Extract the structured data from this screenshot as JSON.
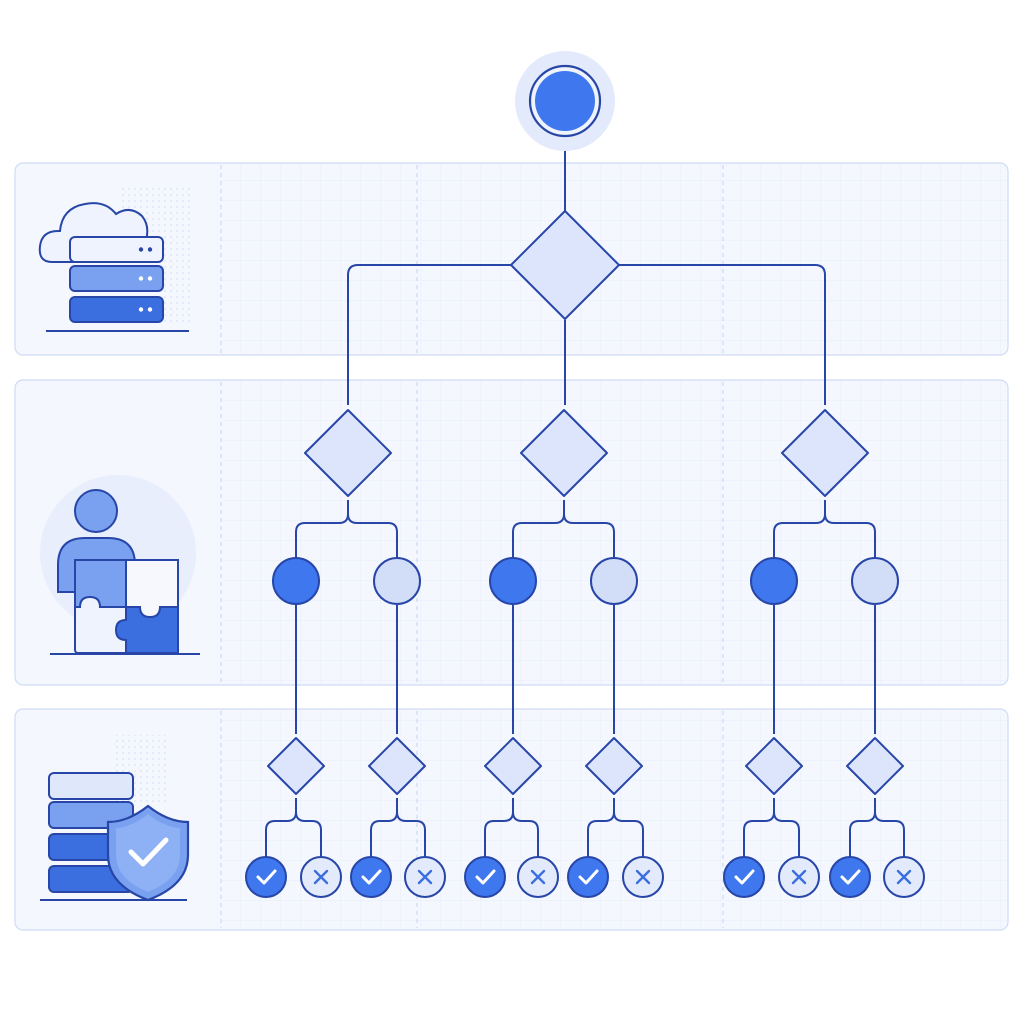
{
  "colors": {
    "background": "#ffffff",
    "lane_fill": "#f4f7fe",
    "lane_border": "#cfdcf6",
    "grid": "#e4ebfa",
    "divider": "#c4d3f2",
    "line": "#2746a8",
    "node_dark": "#3f78ee",
    "node_light": "#d2ddf8",
    "diamond_fill": "#dce5fb",
    "icon_blue": "#3b6fe0",
    "icon_light": "#dfe8fb",
    "icon_mid": "#7aa0f0",
    "check_fill": "#3f78ee",
    "cross_fill": "#e3eafb"
  },
  "diagram": {
    "lanes": [
      {
        "name": "cloud-storage-lane",
        "icon": "cloud-server-icon"
      },
      {
        "name": "user-integration-lane",
        "icon": "user-puzzle-icon"
      },
      {
        "name": "security-validation-lane",
        "icon": "server-shield-icon"
      }
    ],
    "root": {
      "type": "start-node"
    },
    "main_decision": {
      "type": "decision"
    },
    "branches": [
      {
        "decision": "decision",
        "outcomes": [
          "dark",
          "light"
        ],
        "results": [
          [
            "check",
            "cross"
          ],
          [
            "check",
            "cross"
          ]
        ]
      },
      {
        "decision": "decision",
        "outcomes": [
          "dark",
          "light"
        ],
        "results": [
          [
            "check",
            "cross"
          ],
          [
            "check",
            "cross"
          ]
        ]
      },
      {
        "decision": "decision",
        "outcomes": [
          "dark",
          "light"
        ],
        "results": [
          [
            "check",
            "cross"
          ],
          [
            "check",
            "cross"
          ]
        ]
      }
    ],
    "result_icons": {
      "check": "check-icon",
      "cross": "cross-icon"
    }
  }
}
